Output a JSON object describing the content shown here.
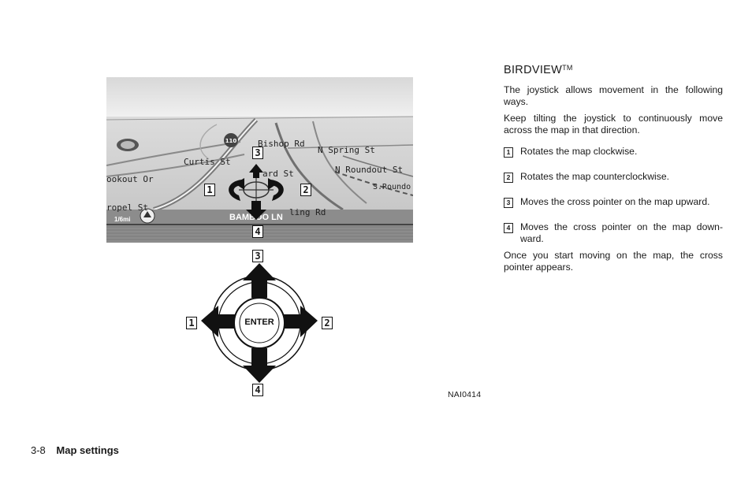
{
  "heading": {
    "main": "BIRDVIEW",
    "sup": "TM"
  },
  "intro": [
    "The joystick allows movement in the following ways.",
    "Keep tilting the joystick to continuously move across the map in that direction."
  ],
  "items": [
    {
      "num": "1",
      "text": "Rotates the map clockwise."
    },
    {
      "num": "2",
      "text": "Rotates the map counterclockwise."
    },
    {
      "num": "3",
      "text": "Moves the cross pointer on the map upward."
    },
    {
      "num": "4",
      "text": "Moves the cross pointer on the map down-ward."
    }
  ],
  "closing": "Once you start moving on the map, the cross pointer appears.",
  "figure": {
    "code": "NAI0414",
    "callouts": [
      "1",
      "2",
      "3",
      "4"
    ],
    "map_labels": {
      "route_shield": "110",
      "bishop": "Bishop Rd",
      "curtis": "Curtis St",
      "spring": "N Spring St",
      "roundout": "N Roundout St",
      "s_round": "S.Roundo",
      "lookout": "ookout Or",
      "bard": "ard St",
      "ropel": "ropel St",
      "ling": "ling Rd",
      "bottom_street": "BAMBOO LN",
      "scale": "1/6mi"
    },
    "enter_label": "ENTER"
  },
  "footer": {
    "page": "3-8",
    "section": "Map settings"
  }
}
